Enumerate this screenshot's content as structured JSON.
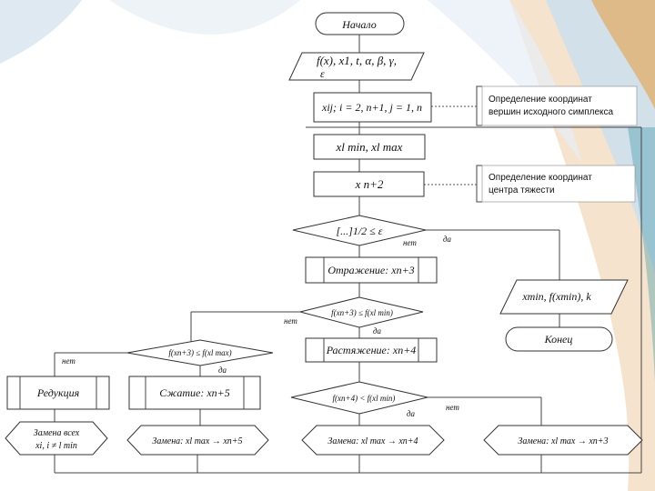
{
  "colors": {
    "accent_orange": "#e8a04a",
    "accent_blue": "#7fb0d6",
    "accent_teal": "#2a8fa3"
  },
  "flow": {
    "start": "Начало",
    "input_line1": "f(x), x1, t, α, β, γ,",
    "input_line2": "ε",
    "step_xij": "xij;  i = 2, n+1,  j = 1, n",
    "step_minmax": "xl min, xl max",
    "step_center": "x n+2",
    "cond_conv": "[...]1/2 ≤ ε",
    "cond_conv_yes": "да",
    "cond_conv_no": "нет",
    "reflect": "Отражение: xn+3",
    "cond_reflect": "f(xn+3) ≤ f(xl min)",
    "cond_reflect_no": "нет",
    "cond_reflect_yes": "да",
    "stretch": "Растяжение: xn+4",
    "cond_contract": "f(xn+3) ≤ f(xl max)",
    "cond_contract_no": "нет",
    "cond_contract_yes": "да",
    "reduction": "Редукция",
    "contraction": "Сжатие: xn+5",
    "cond_stretch": "f(xn+4) < f(xl min)",
    "cond_stretch_no": "нет",
    "cond_stretch_yes": "да",
    "replace_all_line1": "Замена всех",
    "replace_all_line2": "xi, i ≠ l min",
    "replace_n5": "Замена: xl max → xn+5",
    "replace_n4": "Замена: xl max → xn+4",
    "replace_n3": "Замена: xl max → xn+3",
    "output": "xmin, f(xmin), k",
    "end": "Конец"
  },
  "notes": {
    "note1_line1": "Определение координат",
    "note1_line2": "вершин исходного симплекса",
    "note2_line1": "Определение координат",
    "note2_line2": "центра тяжести"
  }
}
